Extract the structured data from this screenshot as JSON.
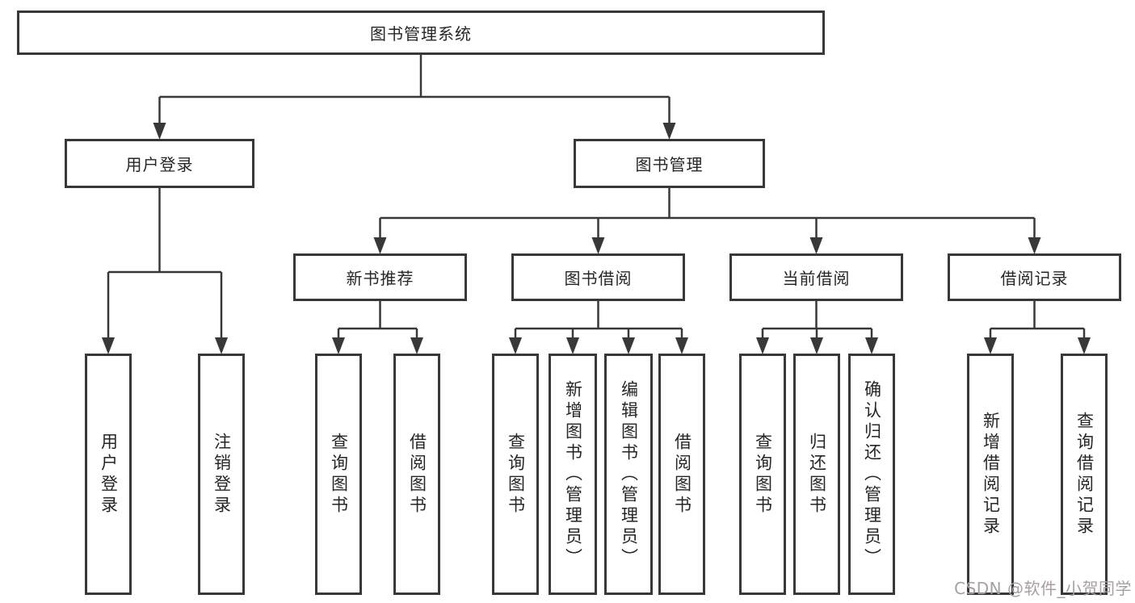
{
  "diagram": {
    "title": "图书管理系统",
    "background": "#ffffff",
    "line_color": "#383838",
    "text_color": "#262626",
    "nodes": [
      {
        "id": "root",
        "label": "图书管理系统",
        "parent": null,
        "orientation": "horizontal"
      },
      {
        "id": "user-login-branch",
        "label": "用户登录",
        "parent": "root",
        "orientation": "horizontal"
      },
      {
        "id": "book-mgmt",
        "label": "图书管理",
        "parent": "root",
        "orientation": "horizontal"
      },
      {
        "id": "new-books",
        "label": "新书推荐",
        "parent": "book-mgmt",
        "orientation": "horizontal"
      },
      {
        "id": "book-borrow",
        "label": "图书借阅",
        "parent": "book-mgmt",
        "orientation": "horizontal"
      },
      {
        "id": "current-borrow",
        "label": "当前借阅",
        "parent": "book-mgmt",
        "orientation": "horizontal"
      },
      {
        "id": "borrow-records",
        "label": "借阅记录",
        "parent": "book-mgmt",
        "orientation": "horizontal"
      },
      {
        "id": "leaf-user-login",
        "label": "用户登录",
        "parent": "user-login-branch",
        "orientation": "vertical"
      },
      {
        "id": "leaf-logout",
        "label": "注销登录",
        "parent": "user-login-branch",
        "orientation": "vertical"
      },
      {
        "id": "leaf-nb-query",
        "label": "查询图书",
        "parent": "new-books",
        "orientation": "vertical"
      },
      {
        "id": "leaf-nb-borrow",
        "label": "借阅图书",
        "parent": "new-books",
        "orientation": "vertical"
      },
      {
        "id": "leaf-bw-query",
        "label": "查询图书",
        "parent": "book-borrow",
        "orientation": "vertical"
      },
      {
        "id": "leaf-bw-add",
        "label": "新增图书（管理员）",
        "parent": "book-borrow",
        "orientation": "vertical"
      },
      {
        "id": "leaf-bw-edit",
        "label": "编辑图书（管理员）",
        "parent": "book-borrow",
        "orientation": "vertical"
      },
      {
        "id": "leaf-bw-borrow",
        "label": "借阅图书",
        "parent": "book-borrow",
        "orientation": "vertical"
      },
      {
        "id": "leaf-cur-query",
        "label": "查询图书",
        "parent": "current-borrow",
        "orientation": "vertical"
      },
      {
        "id": "leaf-cur-return",
        "label": "归还图书",
        "parent": "current-borrow",
        "orientation": "vertical"
      },
      {
        "id": "leaf-cur-confirm",
        "label": "确认归还（管理员）",
        "parent": "current-borrow",
        "orientation": "vertical"
      },
      {
        "id": "leaf-rec-add",
        "label": "新增借阅记录",
        "parent": "borrow-records",
        "orientation": "vertical"
      },
      {
        "id": "leaf-rec-query",
        "label": "查询借阅记录",
        "parent": "borrow-records",
        "orientation": "vertical"
      }
    ]
  },
  "watermark": {
    "text": "CSDN @软件_小贺同学",
    "color": "#a8a0a0"
  }
}
